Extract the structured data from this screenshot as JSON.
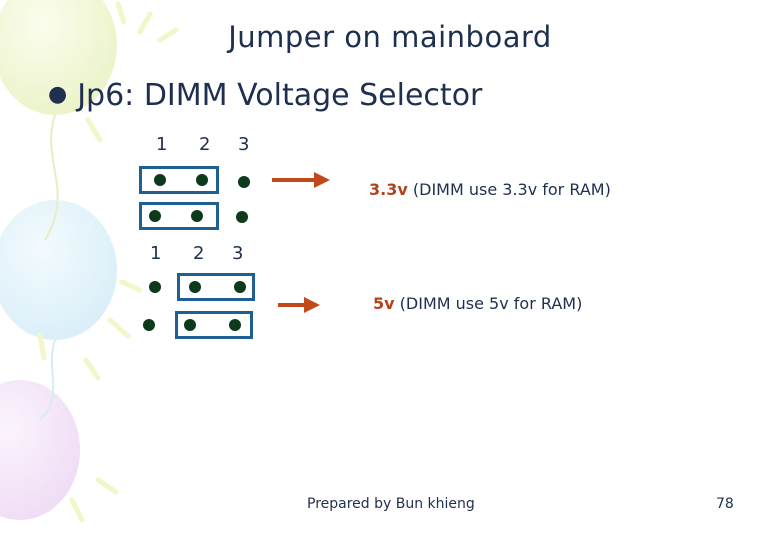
{
  "slide": {
    "title": "Jumper on mainboard",
    "bullet": "Jp6: DIMM Voltage Selector",
    "diagram1": {
      "pin_numbers": [
        "1",
        "2",
        "3"
      ],
      "voltage": "3.3v",
      "description": "(DIMM use 3.3v for RAM)"
    },
    "diagram2": {
      "pin_numbers": [
        "1",
        "2",
        "3"
      ],
      "voltage": "5v",
      "description": "(DIMM use 5v for RAM)"
    },
    "footer": "Prepared by Bun khieng",
    "page_number": "78"
  },
  "colors": {
    "text": "#1f2f4f",
    "pin": "#0e3a1c",
    "jumper_border": "#1f5f92",
    "arrow": "#c24a1a",
    "voltage_text": "#b3431c"
  }
}
